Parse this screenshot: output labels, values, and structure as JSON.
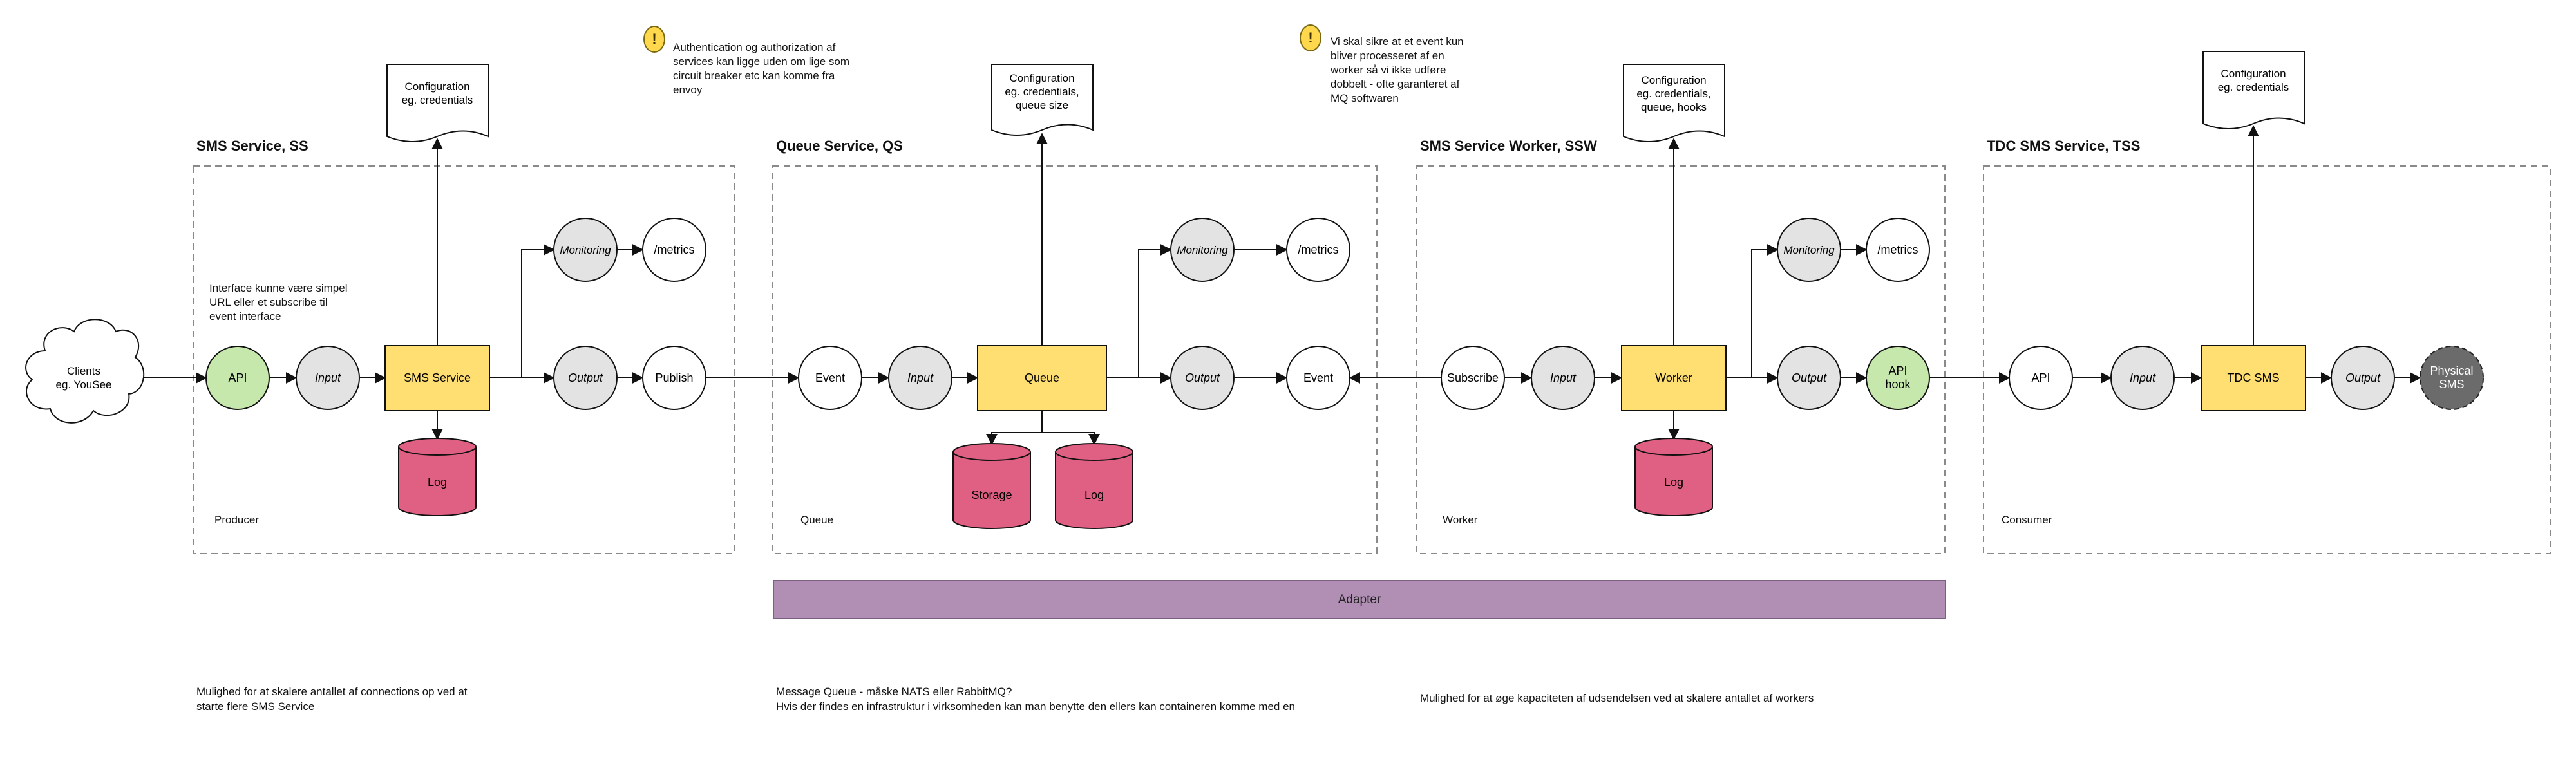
{
  "services": {
    "ss": {
      "title": "SMS Service, SS",
      "caption": "Producer"
    },
    "qs": {
      "title": "Queue Service, QS",
      "caption": "Queue"
    },
    "ssw": {
      "title": "SMS Service Worker, SSW",
      "caption": "Worker"
    },
    "tss": {
      "title": "TDC SMS Service, TSS",
      "caption": "Consumer"
    }
  },
  "client": {
    "label": "Clients\neg. YouSee"
  },
  "nodes": {
    "ss_api": "API",
    "ss_input": "Input",
    "ss_core": "SMS Service",
    "ss_output": "Output",
    "ss_publish": "Publish",
    "ss_monitoring": "Monitoring",
    "ss_metrics": "/metrics",
    "ss_log": "Log",
    "ss_config": "Configuration\neg. credentials",
    "qs_event_in": "Event",
    "qs_input": "Input",
    "qs_core": "Queue",
    "qs_output": "Output",
    "qs_event_out": "Event",
    "qs_monitoring": "Monitoring",
    "qs_metrics": "/metrics",
    "qs_storage": "Storage",
    "qs_log": "Log",
    "qs_config": "Configuration\neg. credentials,\nqueue size",
    "ssw_subscribe": "Subscribe",
    "ssw_input": "Input",
    "ssw_core": "Worker",
    "ssw_output": "Output",
    "ssw_apihook": "API\nhook",
    "ssw_monitoring": "Monitoring",
    "ssw_metrics": "/metrics",
    "ssw_log": "Log",
    "ssw_config": "Configuration\neg. credentials,\nqueue, hooks",
    "tss_api": "API",
    "tss_input": "Input",
    "tss_core": "TDC SMS",
    "tss_output": "Output",
    "tss_physical": "Physical\nSMS",
    "tss_config": "Configuration\neg. credentials"
  },
  "notes": {
    "interface": "Interface kunne være simpel\nURL eller  et subscribe til\nevent interface",
    "auth": "Authentication og authorization af\nservices kan ligge uden om lige som\ncircuit breaker etc kan komme fra\nenvoy",
    "event_once": "Vi skal sikre at et event kun\nbliver processeret af en\nworker så vi ikke udføre\ndobbelt - ofte garanteret af\nMQ softwaren"
  },
  "warning_symbol": "!",
  "adapter": {
    "label": "Adapter"
  },
  "comments": {
    "ss": "Mulighed for at skalere antallet af connections op ved at\nstarte flere SMS Service",
    "qs": "Message Queue - måske NATS eller RabbitMQ?\nHvis der findes en infrastruktur i virksomheden kan man benytte den ellers kan containeren komme med en",
    "ssw": "Mulighed for at øge kapaciteten af udsendelsen ved at skalere antallet af workers"
  },
  "colors": {
    "box_yellow": "#ffdf71",
    "db_pink": "#e06083",
    "api_green": "#c7e8ac",
    "monitor_grey": "#e3e3e3",
    "physical_dark": "#6b6b6b",
    "adapter_purple": "#b18fb4",
    "warning_yellow": "#ffd84d"
  }
}
